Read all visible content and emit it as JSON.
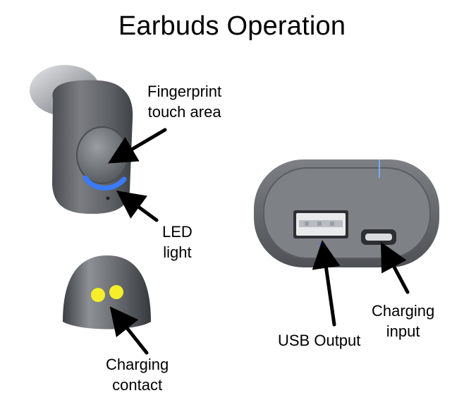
{
  "title": "Earbuds Operation",
  "labels": {
    "fingerprint_line1": "Fingerprint",
    "fingerprint_line2": "touch area",
    "led_line1": "LED",
    "led_line2": "light",
    "charging_contact_line1": "Charging",
    "charging_contact_line2": "contact",
    "usb_output": "USB Output",
    "charging_input_line1": "Charging",
    "charging_input_line2": "input"
  },
  "colors": {
    "led_blue": "#3a7bff",
    "contact_yellow": "#f4ef2a",
    "case_gray": "#6f7276",
    "earbud_gray": "#5b5e62",
    "arrow": "#000000"
  }
}
